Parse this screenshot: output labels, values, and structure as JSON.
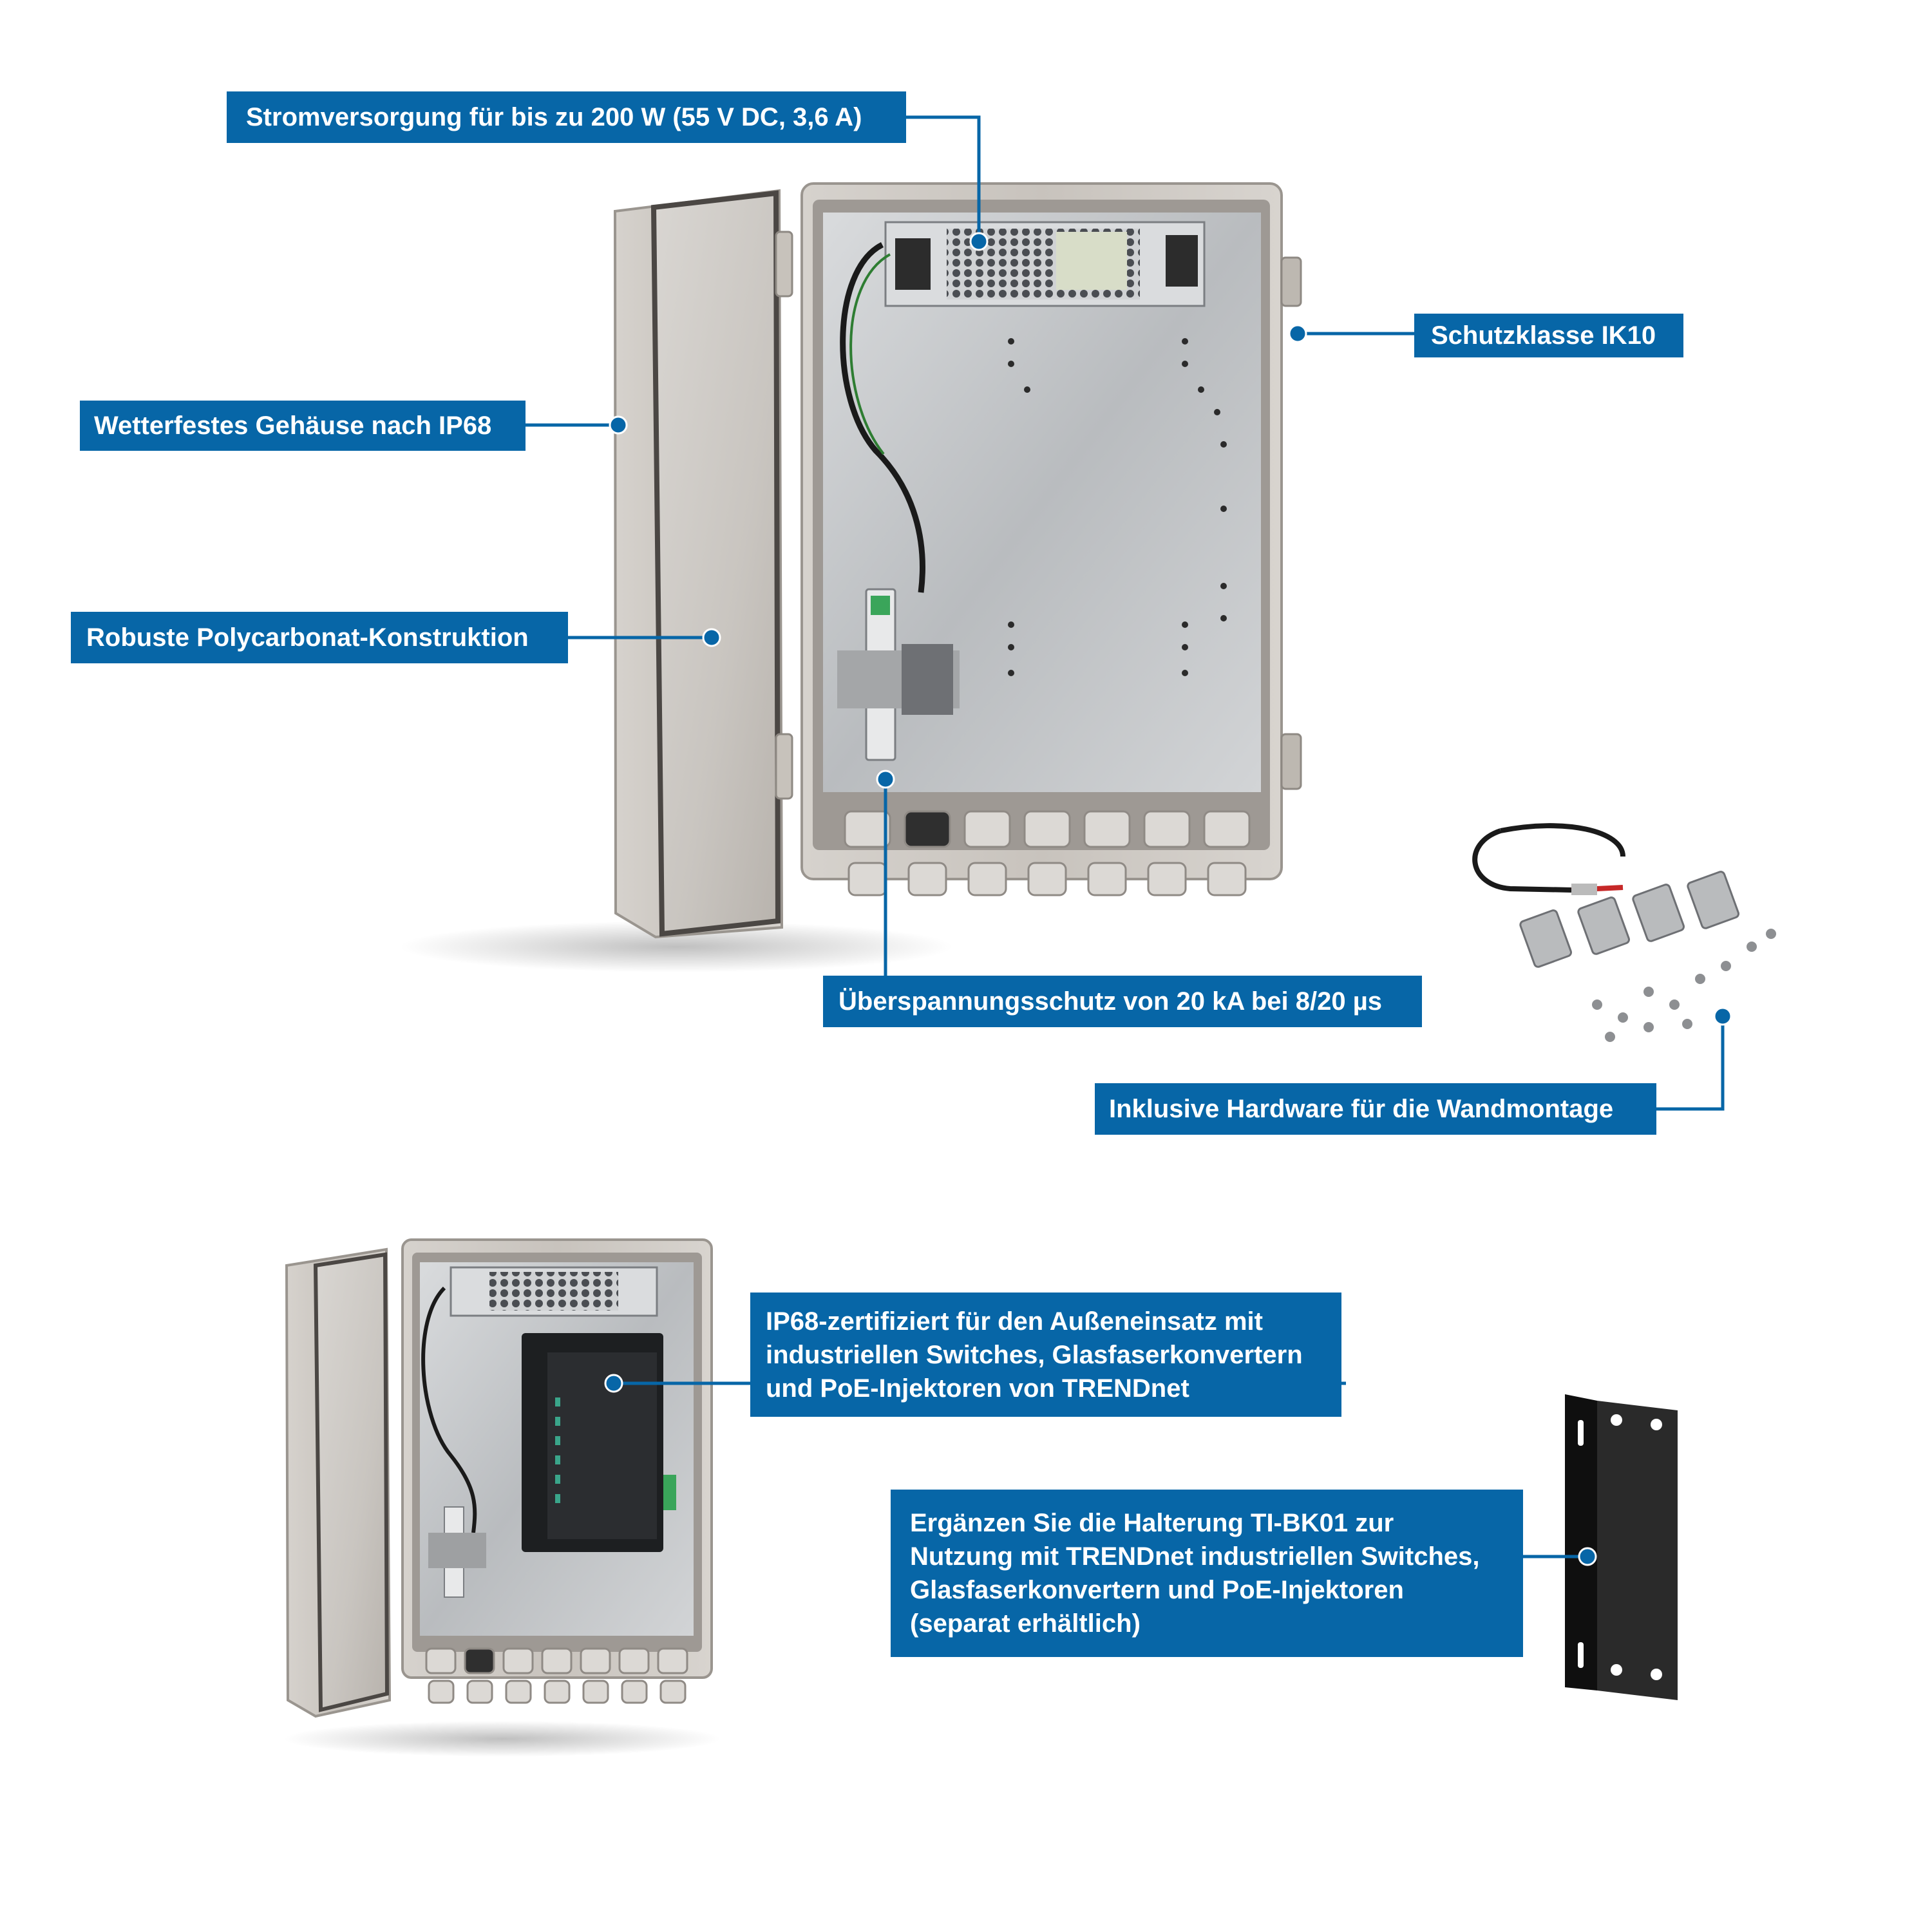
{
  "callouts": {
    "power_supply": "Stromversorgung für bis zu 200 W (55 V DC, 3,6 A)",
    "protection_class": "Schutzklasse IK10",
    "weatherproof": "Wetterfestes Gehäuse nach IP68",
    "polycarbonate": "Robuste Polycarbonat-Konstruktion",
    "surge_protection": "Überspannungsschutz von 20 kA bei 8/20 µs",
    "wall_mount": "Inklusive Hardware für die Wandmontage",
    "ip68_certified": [
      "IP68-zertifiziert für den Außeneinsatz mit",
      "industriellen Switches, Glasfaserkonvertern",
      "und PoE-Injektoren von TRENDnet"
    ],
    "bracket": [
      "Ergänzen Sie die Halterung TI-BK01 zur",
      "Nutzung mit TRENDnet industriellen Switches,",
      "Glasfaserkonvertern und PoE-Injektoren",
      "(separat erhältlich)"
    ]
  },
  "colors": {
    "accent": "#0766a7",
    "enclosure": "#cfcbc6",
    "backplate": "#c4c6c8",
    "bracket": "#1b1b1b"
  },
  "icons": [
    "enclosure-open-image",
    "switch-installed-image",
    "mounting-kit-image",
    "mounting-bracket-image"
  ]
}
